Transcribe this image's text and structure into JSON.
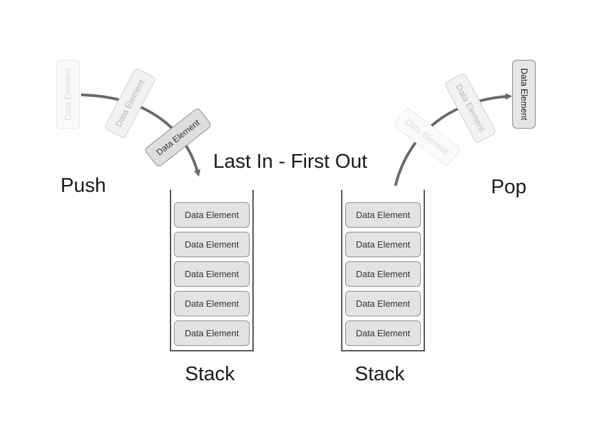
{
  "labels": {
    "push": "Push",
    "pop": "Pop",
    "lifo": "Last In - First Out",
    "left_stack": "Stack",
    "right_stack": "Stack"
  },
  "element_label": "Data Element",
  "left_stack_elements": [
    "Data Element",
    "Data Element",
    "Data Element",
    "Data Element",
    "Data Element"
  ],
  "right_stack_elements": [
    "Data Element",
    "Data Element",
    "Data Element",
    "Data Element",
    "Data Element"
  ],
  "push_trail": [
    "Data Element",
    "Data Element",
    "Data Element"
  ],
  "pop_trail": [
    "Data Element",
    "Data Element",
    "Data Element"
  ],
  "colors": {
    "arrow": "#6a6a6a",
    "element_fill": "#e3e3e3",
    "element_border": "#8e8e8e"
  }
}
